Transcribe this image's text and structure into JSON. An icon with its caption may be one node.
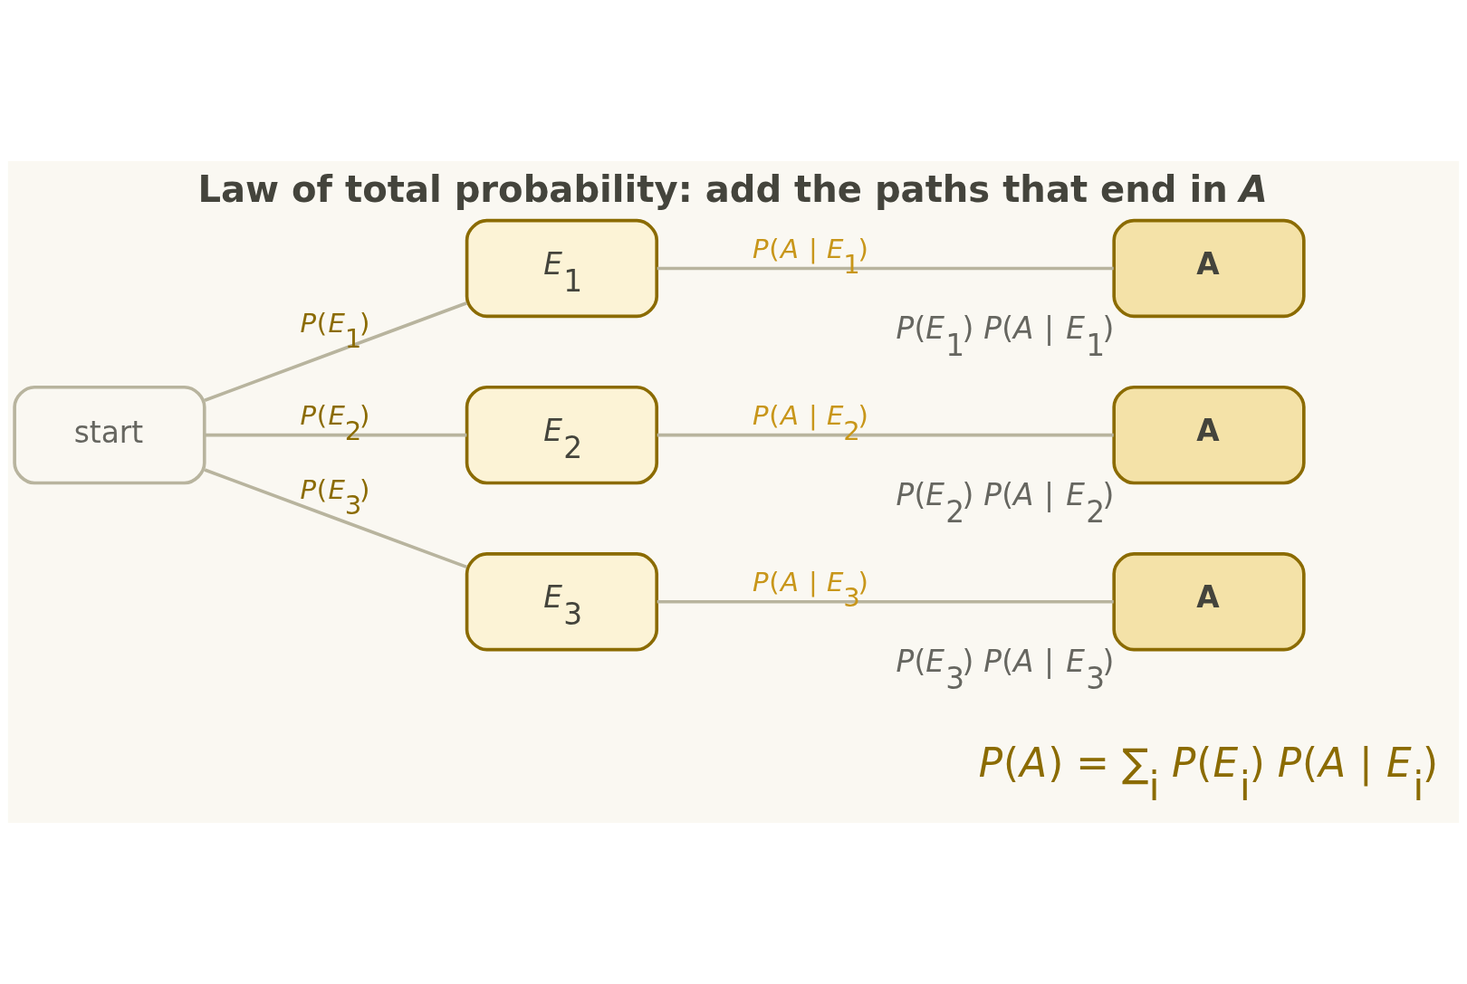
{
  "diagram": {
    "title": "Law of total probability: add the paths that end in *A*",
    "nodes": [
      {
        "text": [
          "start"
        ]
      },
      {
        "text": [
          "*E*$_{1}$"
        ]
      },
      {
        "text": [
          "A"
        ],
        "beside": [
          "*P*(*E*$_{1}$) *P*(*A* | *E*$_{1}$)"
        ]
      },
      {
        "text": [
          "*E*$_{2}$"
        ]
      },
      {
        "text": [
          "A"
        ],
        "beside": [
          "*P*(*E*$_{2}$) *P*(*A* | *E*$_{2}$)"
        ]
      },
      {
        "text": [
          "*E*$_{3}$"
        ]
      },
      {
        "text": [
          "A"
        ],
        "beside": [
          "*P*(*E*$_{3}$) *P*(*A* | *E*$_{3}$)"
        ]
      }
    ],
    "edges": [
      {
        "from": 0,
        "to": 1,
        "arrow": "none",
        "label": "*P*(*E*$_{1}$)"
      },
      {
        "from": 0,
        "to": 3,
        "arrow": "none",
        "label": "*P*(*E*$_{2}$)"
      },
      {
        "from": 0,
        "to": 5,
        "arrow": "none",
        "label": "*P*(*E*$_{3}$)"
      },
      {
        "from": 1,
        "to": 2,
        "arrow": "none",
        "label": "*P*(*A* | *E*$_{1}$)"
      },
      {
        "from": 3,
        "to": 4,
        "arrow": "none",
        "label": "*P*(*A* | *E*$_{2}$)"
      },
      {
        "from": 5,
        "to": 6,
        "arrow": "none",
        "label": "*P*(*A* | *E*$_{3}$)"
      }
    ],
    "labels": [
      "*P*(*A*) = ∑$_{i}$ *P*(*E*$_{i}$) *P*(*A* | *E*$_{i}$)"
    ]
  }
}
